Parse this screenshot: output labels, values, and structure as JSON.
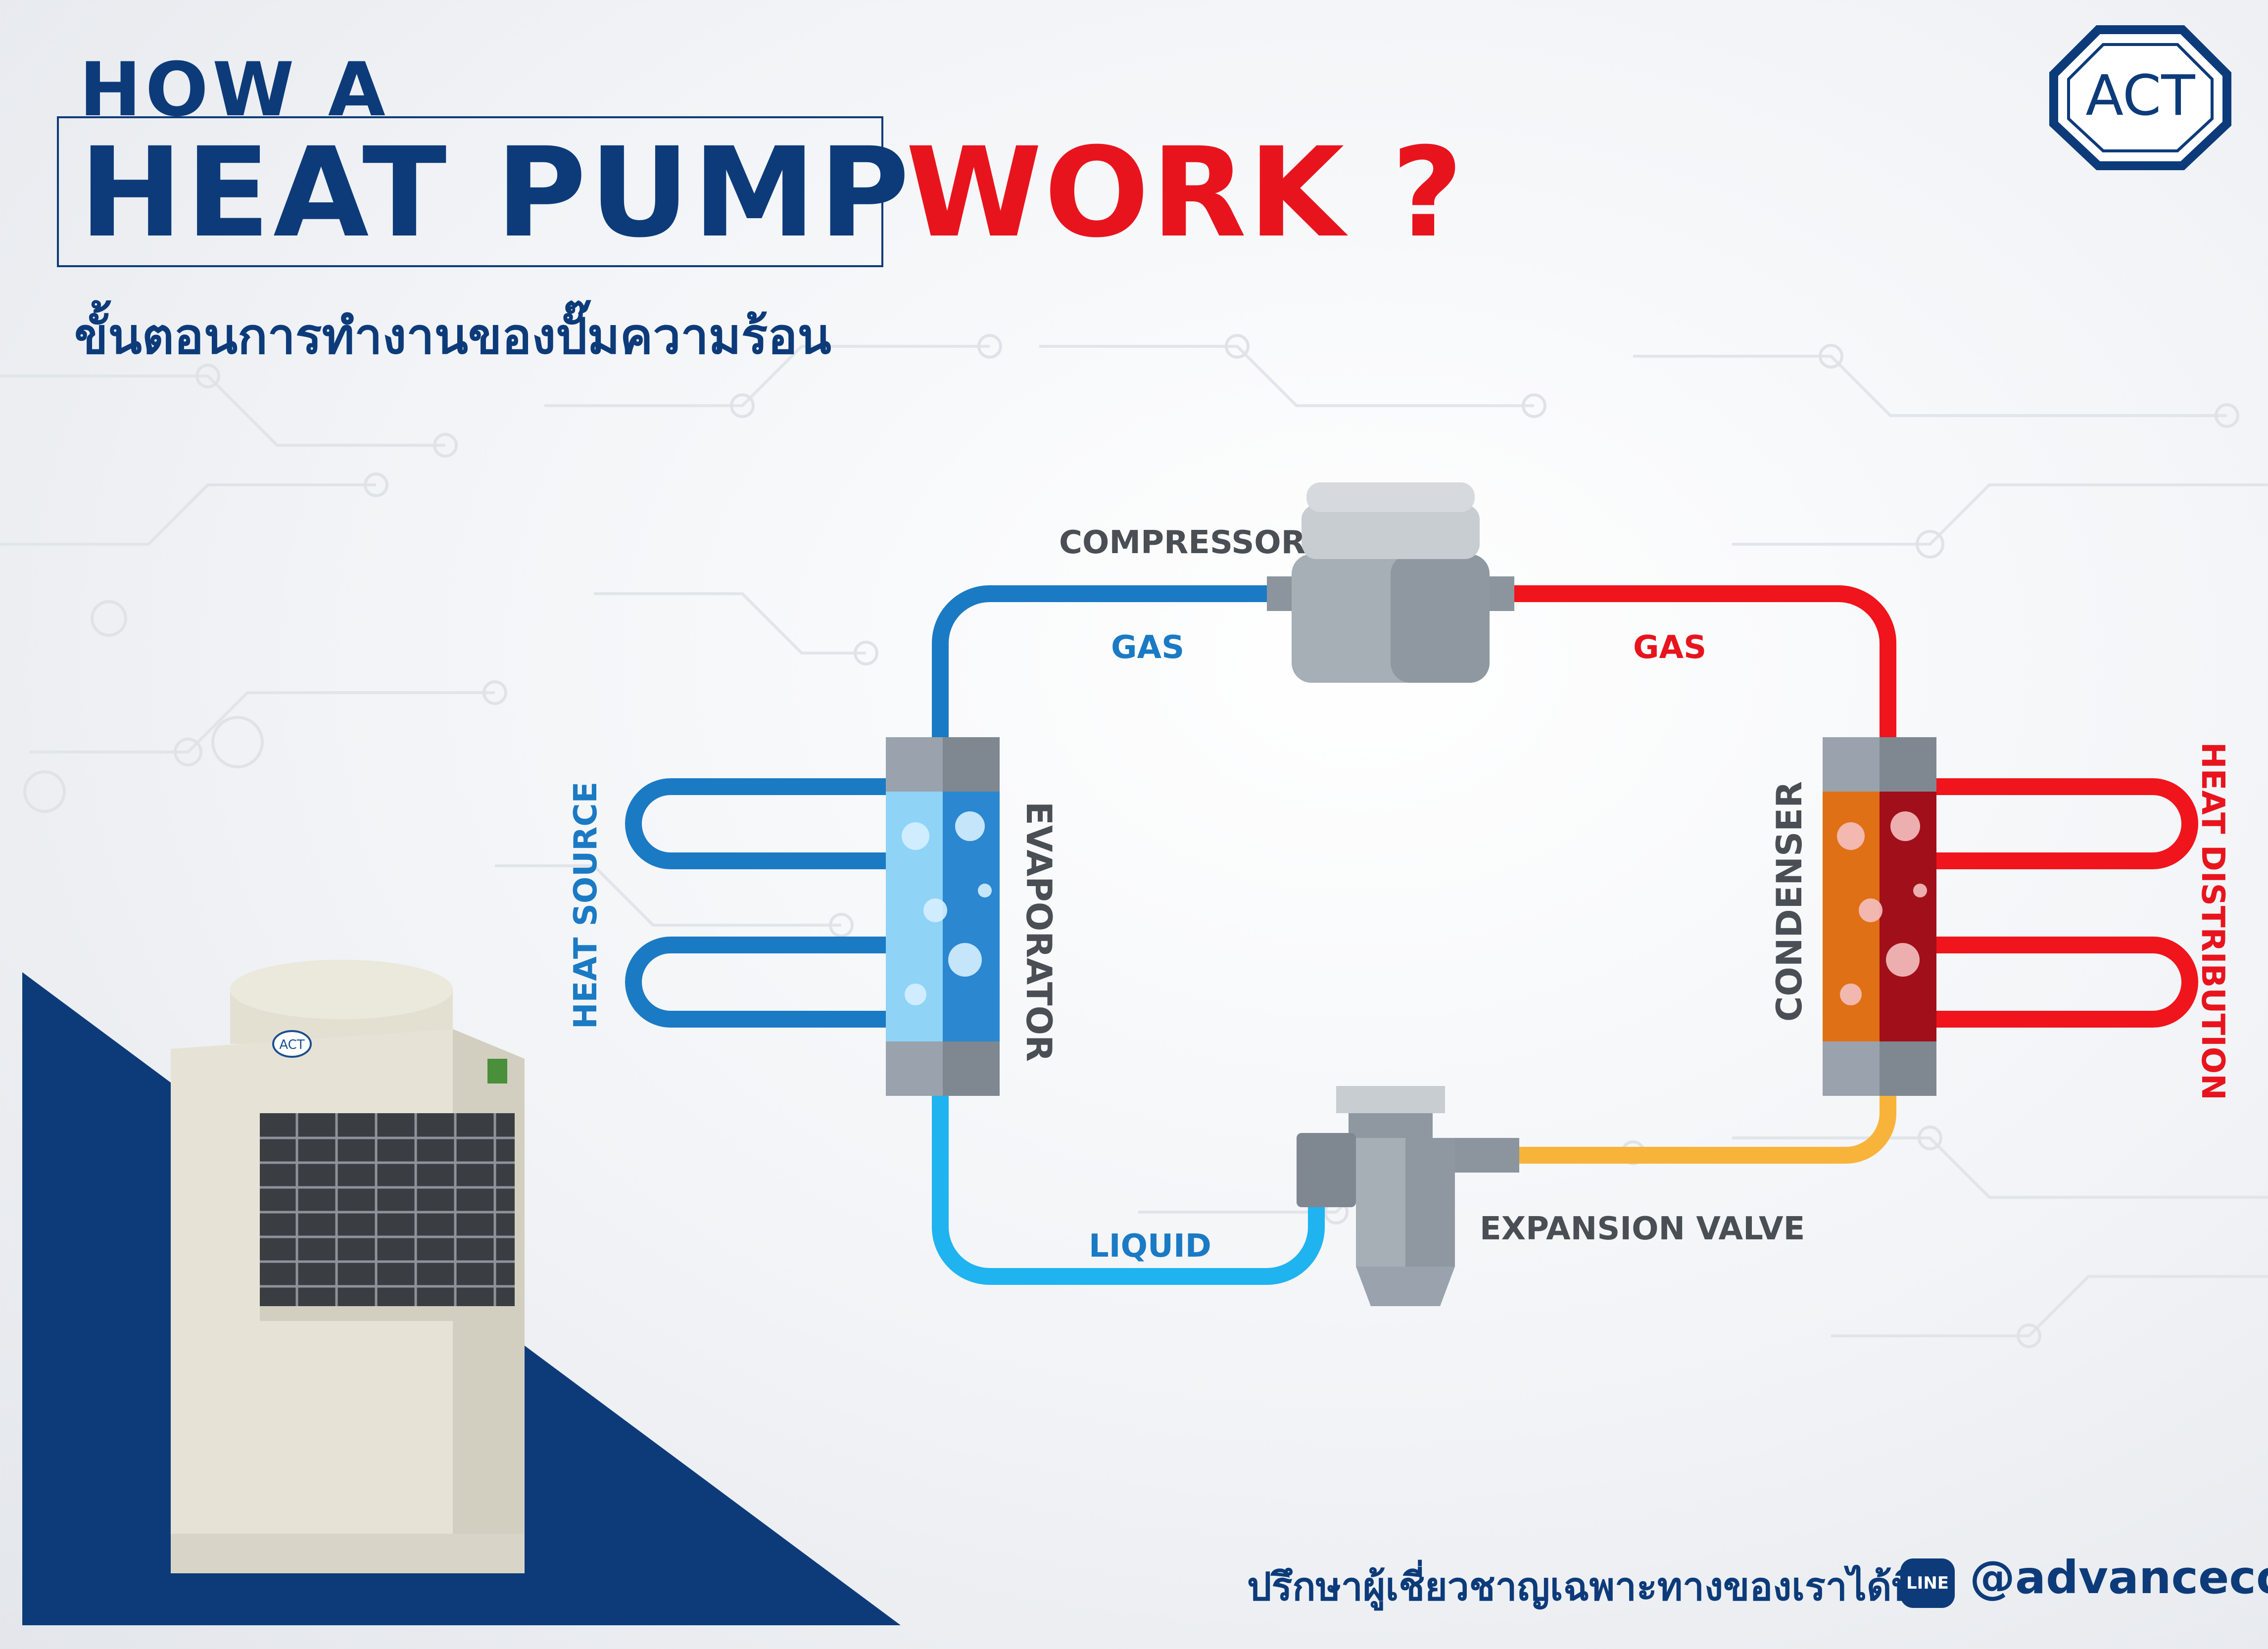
{
  "header": {
    "line1": "HOW A",
    "line2": "HEAT PUMP",
    "line2_accent": "WORK ?",
    "subtitle_th": "ขั้นตอนการทำงานของปั๊มความร้อน"
  },
  "logo": {
    "text": "ACT"
  },
  "diagram": {
    "compressor": "COMPRESSOR",
    "gas_left": "GAS",
    "gas_right": "GAS",
    "evaporator": "EVAPORATOR",
    "condenser": "CONDENSER",
    "heat_source": "HEAT SOURCE",
    "heat_distribution": "HEAT DISTRIBUTION",
    "liquid": "LIQUID",
    "expansion_valve": "EXPANSION VALVE"
  },
  "unit": {
    "badge": "ACT"
  },
  "footer": {
    "consult_th": "ปรึกษาผู้เชี่ยวชาญเฉพาะทางของเราได้ที่",
    "line_icon_text": "LINE",
    "handle": "@advancecool"
  },
  "colors": {
    "navy": "#0d3b7a",
    "red": "#e8141d",
    "blue_pipe": "#1b7ac4",
    "light_blue_pipe": "#1fb3f0",
    "orange_pipe": "#f8b33a"
  }
}
